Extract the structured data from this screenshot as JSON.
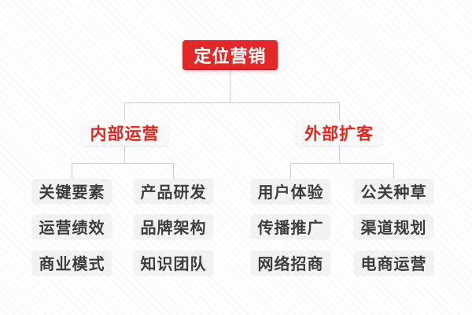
{
  "tree": {
    "root": {
      "label": "定位营销"
    },
    "branches": [
      {
        "label": "内部运营",
        "leaves": [
          "关键要素",
          "产品研发",
          "运营绩效",
          "品牌架构",
          "商业模式",
          "知识团队"
        ]
      },
      {
        "label": "外部扩客",
        "leaves": [
          "用户体验",
          "公关种草",
          "传播推广",
          "渠道规划",
          "网络招商",
          "电商运营"
        ]
      }
    ]
  },
  "colors": {
    "accent_red": "#e3282a",
    "branch_text_red": "#e0261f",
    "leaf_bg": "#f2f2f2",
    "leaf_text": "#3d3d3d",
    "connector": "#cfcfcf",
    "background": "#ffffff"
  }
}
